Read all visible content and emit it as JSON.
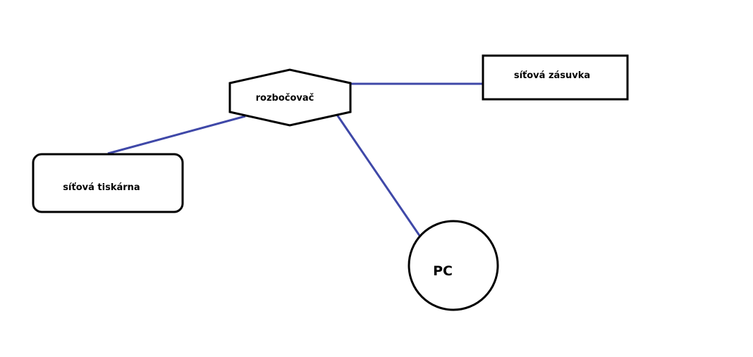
{
  "colors": {
    "background": "#ffffff",
    "outline": "#000000",
    "connector": "#3f48a8",
    "text": "#000000"
  },
  "nodes": {
    "hub": {
      "label": "rozbočovač",
      "shape": "hexagon"
    },
    "wall_socket": {
      "label": "síťová zásuvka",
      "shape": "rectangle"
    },
    "printer": {
      "label": "síťová tiskárna",
      "shape": "rounded-rectangle"
    },
    "pc": {
      "label": "PC",
      "shape": "circle"
    }
  },
  "edges": [
    {
      "from": "hub",
      "to": "wall_socket"
    },
    {
      "from": "hub",
      "to": "printer"
    },
    {
      "from": "hub",
      "to": "pc"
    }
  ]
}
